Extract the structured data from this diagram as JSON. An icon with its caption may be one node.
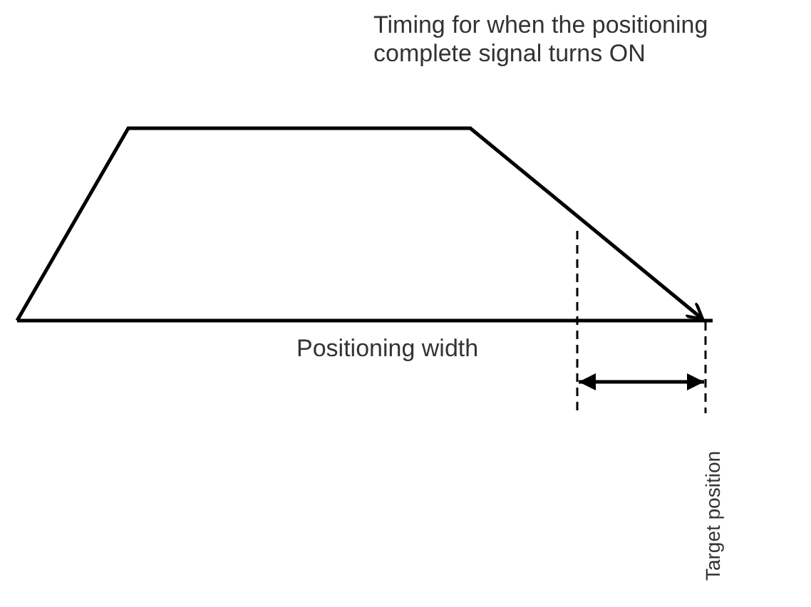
{
  "diagram": {
    "labels": [
      "Timing for when the positioning complete signal turns ON",
      "Positioning width",
      "Target position"
    ]
  }
}
